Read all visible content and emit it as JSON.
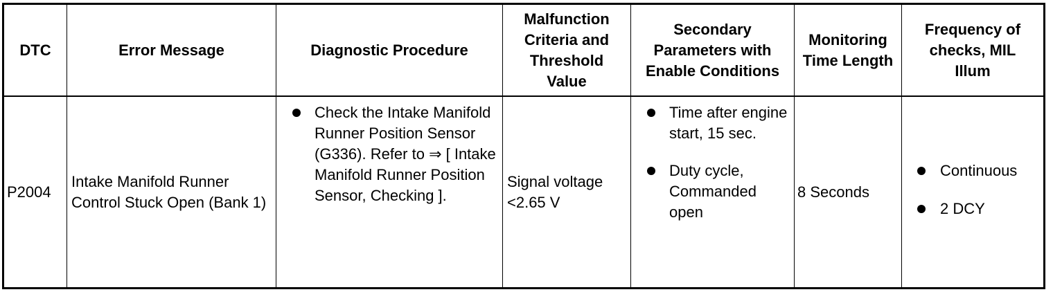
{
  "headers": {
    "dtc": "DTC",
    "error_message": "Error Message",
    "diagnostic_procedure": "Diagnostic Procedure",
    "malfunction_criteria": "Malfunction Criteria and Threshold Value",
    "secondary_parameters": "Secondary Parameters with Enable Conditions",
    "monitoring_time": "Monitoring Time Length",
    "frequency": "Frequency of checks, MIL Illum"
  },
  "row": {
    "dtc": "P2004",
    "error_message": "Intake Manifold Runner Control Stuck Open (Bank 1)",
    "diagnostic_procedure": [
      "Check the Intake Manifold Runner Position Sensor (G336). Refer to ⇒ [ Intake Manifold Runner Position Sensor, Checking ]."
    ],
    "malfunction_criteria": "Signal voltage <2.65 V",
    "secondary_parameters": [
      "Time after engine start, 15 sec.",
      "Duty cycle, Commanded open"
    ],
    "monitoring_time": "8 Seconds",
    "frequency": [
      "Continuous",
      "2 DCY"
    ]
  }
}
